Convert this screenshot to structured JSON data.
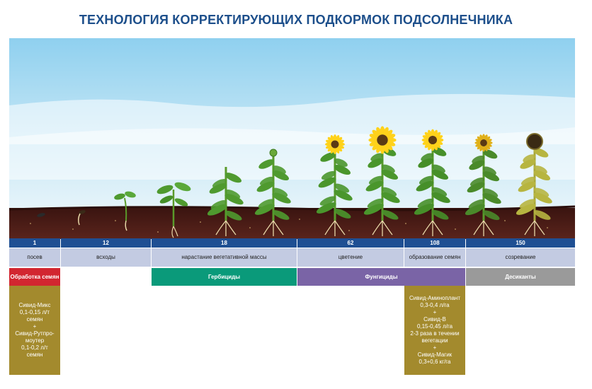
{
  "title": "ТЕХНОЛОГИЯ КОРРЕКТИРУЮЩИХ ПОДКОРМОК ПОДСОЛНЕЧНИКА",
  "colors": {
    "title": "#1d4f8b",
    "stage_bar": "#1f4f93",
    "stage_label_bg": "#c3cbe2",
    "seed_treatment": "#d22630",
    "herbicides": "#0a9a7a",
    "fungicides": "#7a64a6",
    "desiccants": "#9a9a9a",
    "product_box": "#a38a2d",
    "soil": "#4a1c16"
  },
  "stages": [
    {
      "day": "1",
      "label": "посев"
    },
    {
      "day": "12",
      "label": "всходы"
    },
    {
      "day": "18",
      "label": "нарастание вегетативной массы"
    },
    {
      "day": "62",
      "label": "цветение"
    },
    {
      "day": "108",
      "label": "образование семян"
    },
    {
      "day": "150",
      "label": "созревание"
    }
  ],
  "treatments": {
    "seed": "Обработка семян",
    "herbicides": "Гербициды",
    "fungicides": "Фунгициды",
    "desiccants": "Десиканты"
  },
  "products": {
    "seed_box": [
      "Сивид-Микс",
      "0,1-0,15 л/т",
      "семян",
      "+",
      "Сивид-Рутпро-",
      "моутер",
      "0,1-0,2 л/т",
      "семян"
    ],
    "vegetation_box": [
      "Сивид-Аминоплант",
      "0,3-0,4 л/га",
      "+",
      "Сивид-В",
      "0,15-0,45 л/га",
      "2-3 раза в течении",
      "вегетации",
      "+",
      "Сивид-Магик",
      "0,3+0,6 кг/га"
    ]
  }
}
